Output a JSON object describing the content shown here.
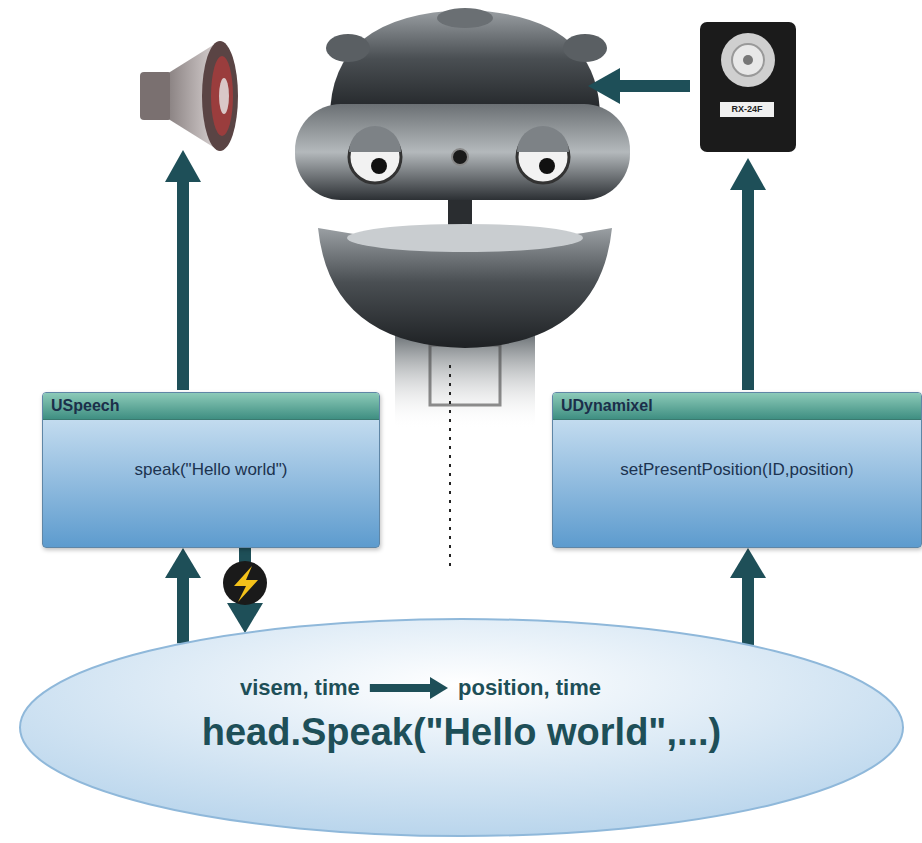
{
  "diagram": {
    "nodes": [
      {
        "text": [
          "USpeech",
          "speak(\"Hello world\")"
        ]
      },
      {
        "text": [
          "UDynamixel",
          "setPresentPosition(ID,position)"
        ]
      },
      {
        "text": [
          "visem, time",
          "position, time",
          "head.Speak(\"Hello world\",...)"
        ]
      }
    ],
    "edges": [
      {
        "from": 2,
        "to": 0,
        "arrow": "to"
      },
      {
        "from": 0,
        "to": 2,
        "arrow": "to"
      },
      {
        "from": 2,
        "to": 1,
        "arrow": "to"
      }
    ],
    "labels": [
      "RX-24F"
    ]
  }
}
